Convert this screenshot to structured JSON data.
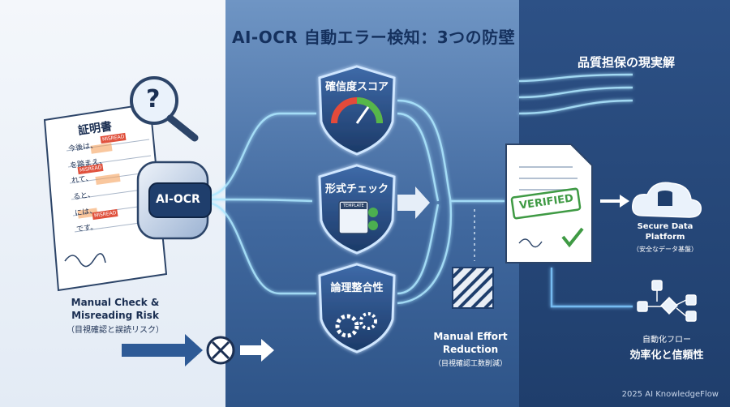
{
  "title": "AI-OCR 自動エラー検知：3つの防壁",
  "left": {
    "document_title": "証明書",
    "document_lines": [
      "今後は、",
      "を踏まえ、",
      "れて、",
      "ると、",
      "には、",
      "です。"
    ],
    "misread_tags": [
      "MISREAD",
      "MISREAD",
      "MISREAD"
    ],
    "ocr_device_label": "AI-OCR",
    "caption_en_1": "Manual Check &",
    "caption_en_2": "Misreading Risk",
    "caption_jp": "（目視確認と誤読リスク）",
    "magnifier_symbol": "?"
  },
  "shields": [
    {
      "label": "確信度スコア",
      "icon": "gauge-icon"
    },
    {
      "label": "形式チェック",
      "icon": "template-checklist-icon",
      "tag": "TEMPLATE"
    },
    {
      "label": "論理整合性",
      "icon": "gears-icon"
    }
  ],
  "middle": {
    "reduction_en_1": "Manual Effort",
    "reduction_en_2": "Reduction",
    "reduction_jp": "（目視確認工数削減）"
  },
  "right": {
    "heading": "品質担保の現実解",
    "stamp": "VERIFIED",
    "secure_en_1": "Secure Data",
    "secure_en_2": "Platform",
    "secure_jp": "（安全なデータ基盤）",
    "flow_1": "自動化フロー",
    "flow_2": "効率化と信頼性"
  },
  "footer": "2025 AI KnowledgeFlow",
  "colors": {
    "navy": "#15315e",
    "glow": "#9fe3ff",
    "accent_green": "#4caf50",
    "misread_red": "#e0523e",
    "highlight_orange": "#f5a25d"
  }
}
